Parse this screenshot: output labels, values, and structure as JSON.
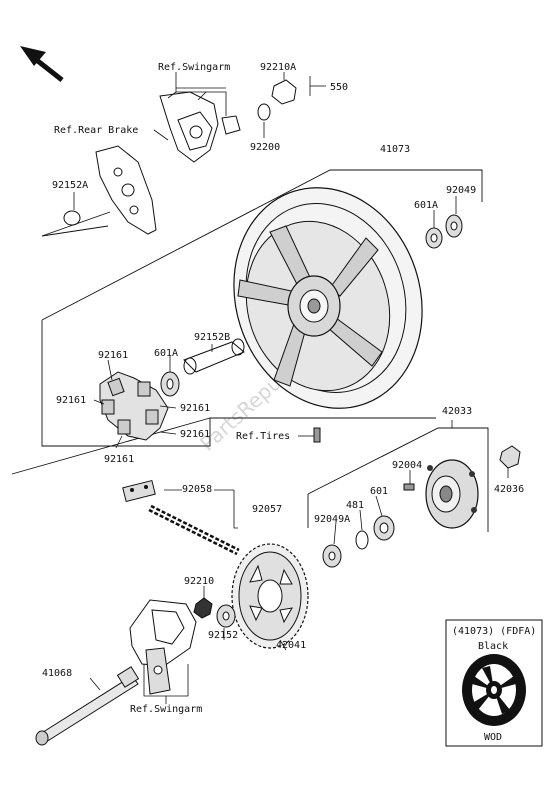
{
  "labels": {
    "ref_swingarm_top": "Ref.Swingarm",
    "ref_rear_brake": "Ref.Rear Brake",
    "ref_tires": "Ref.Tires",
    "ref_swingarm_bottom": "Ref.Swingarm",
    "p92210A": "92210A",
    "p550": "550",
    "p92200": "92200",
    "p92152A": "92152A",
    "p41073": "41073",
    "p92049": "92049",
    "p601A_upper": "601A",
    "p92152B": "92152B",
    "p601A_lower": "601A",
    "p92161_a": "92161",
    "p92161_b": "92161",
    "p92161_c": "92161",
    "p92161_d": "92161",
    "p92161_e": "92161",
    "p42033": "42033",
    "p92004": "92004",
    "p481": "481",
    "p601": "601",
    "p92049A": "92049A",
    "p42036": "42036",
    "p92058": "92058",
    "p92057": "92057",
    "p92210": "92210",
    "p92152": "92152",
    "p42041": "42041",
    "p41068": "41068"
  },
  "inset": {
    "header": "(41073) (FDFA)",
    "color_name": "Black",
    "footer": "WOD"
  },
  "watermark": "PartsRepublik"
}
